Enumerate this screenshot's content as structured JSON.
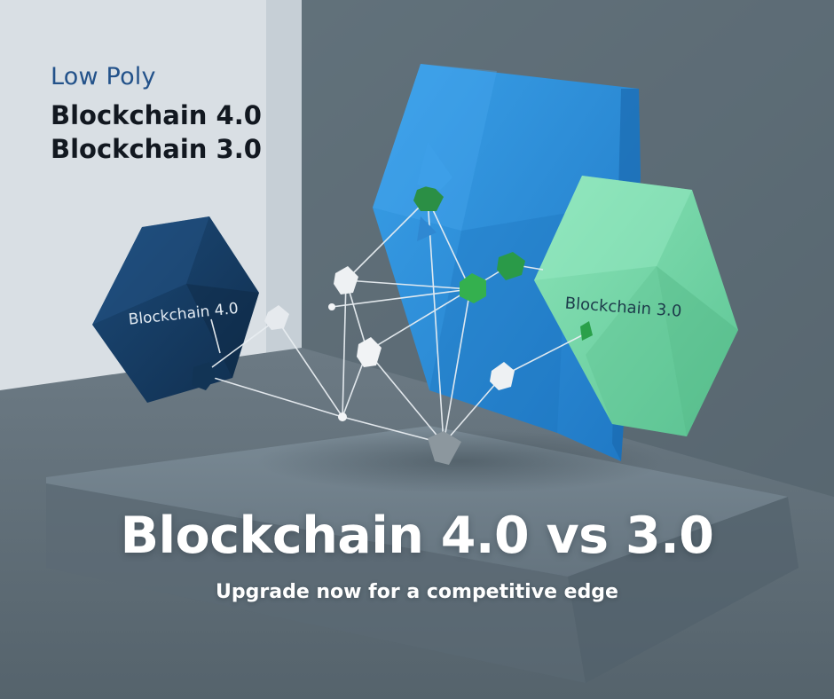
{
  "tagline": "Low Poly",
  "line_1": "Blockchain 4.0",
  "line_2": "Blockchain 3.0",
  "hex_dark_label": "Blockchain 4.0",
  "hex_green_label": "Blockchain 3.0",
  "headline": "Blockchain 4.0 vs 3.0",
  "subheadline": "Upgrade now for a competitive edge",
  "colors": {
    "dark_hexagon": "#14395f",
    "blue_hexagon": "#2f8fd8",
    "green_hexagon": "#6fd3a4",
    "wall_light": "#d8dee3",
    "platform": "#6e7d88",
    "node_green": "#2ea64a",
    "node_white": "#eef1f3"
  }
}
